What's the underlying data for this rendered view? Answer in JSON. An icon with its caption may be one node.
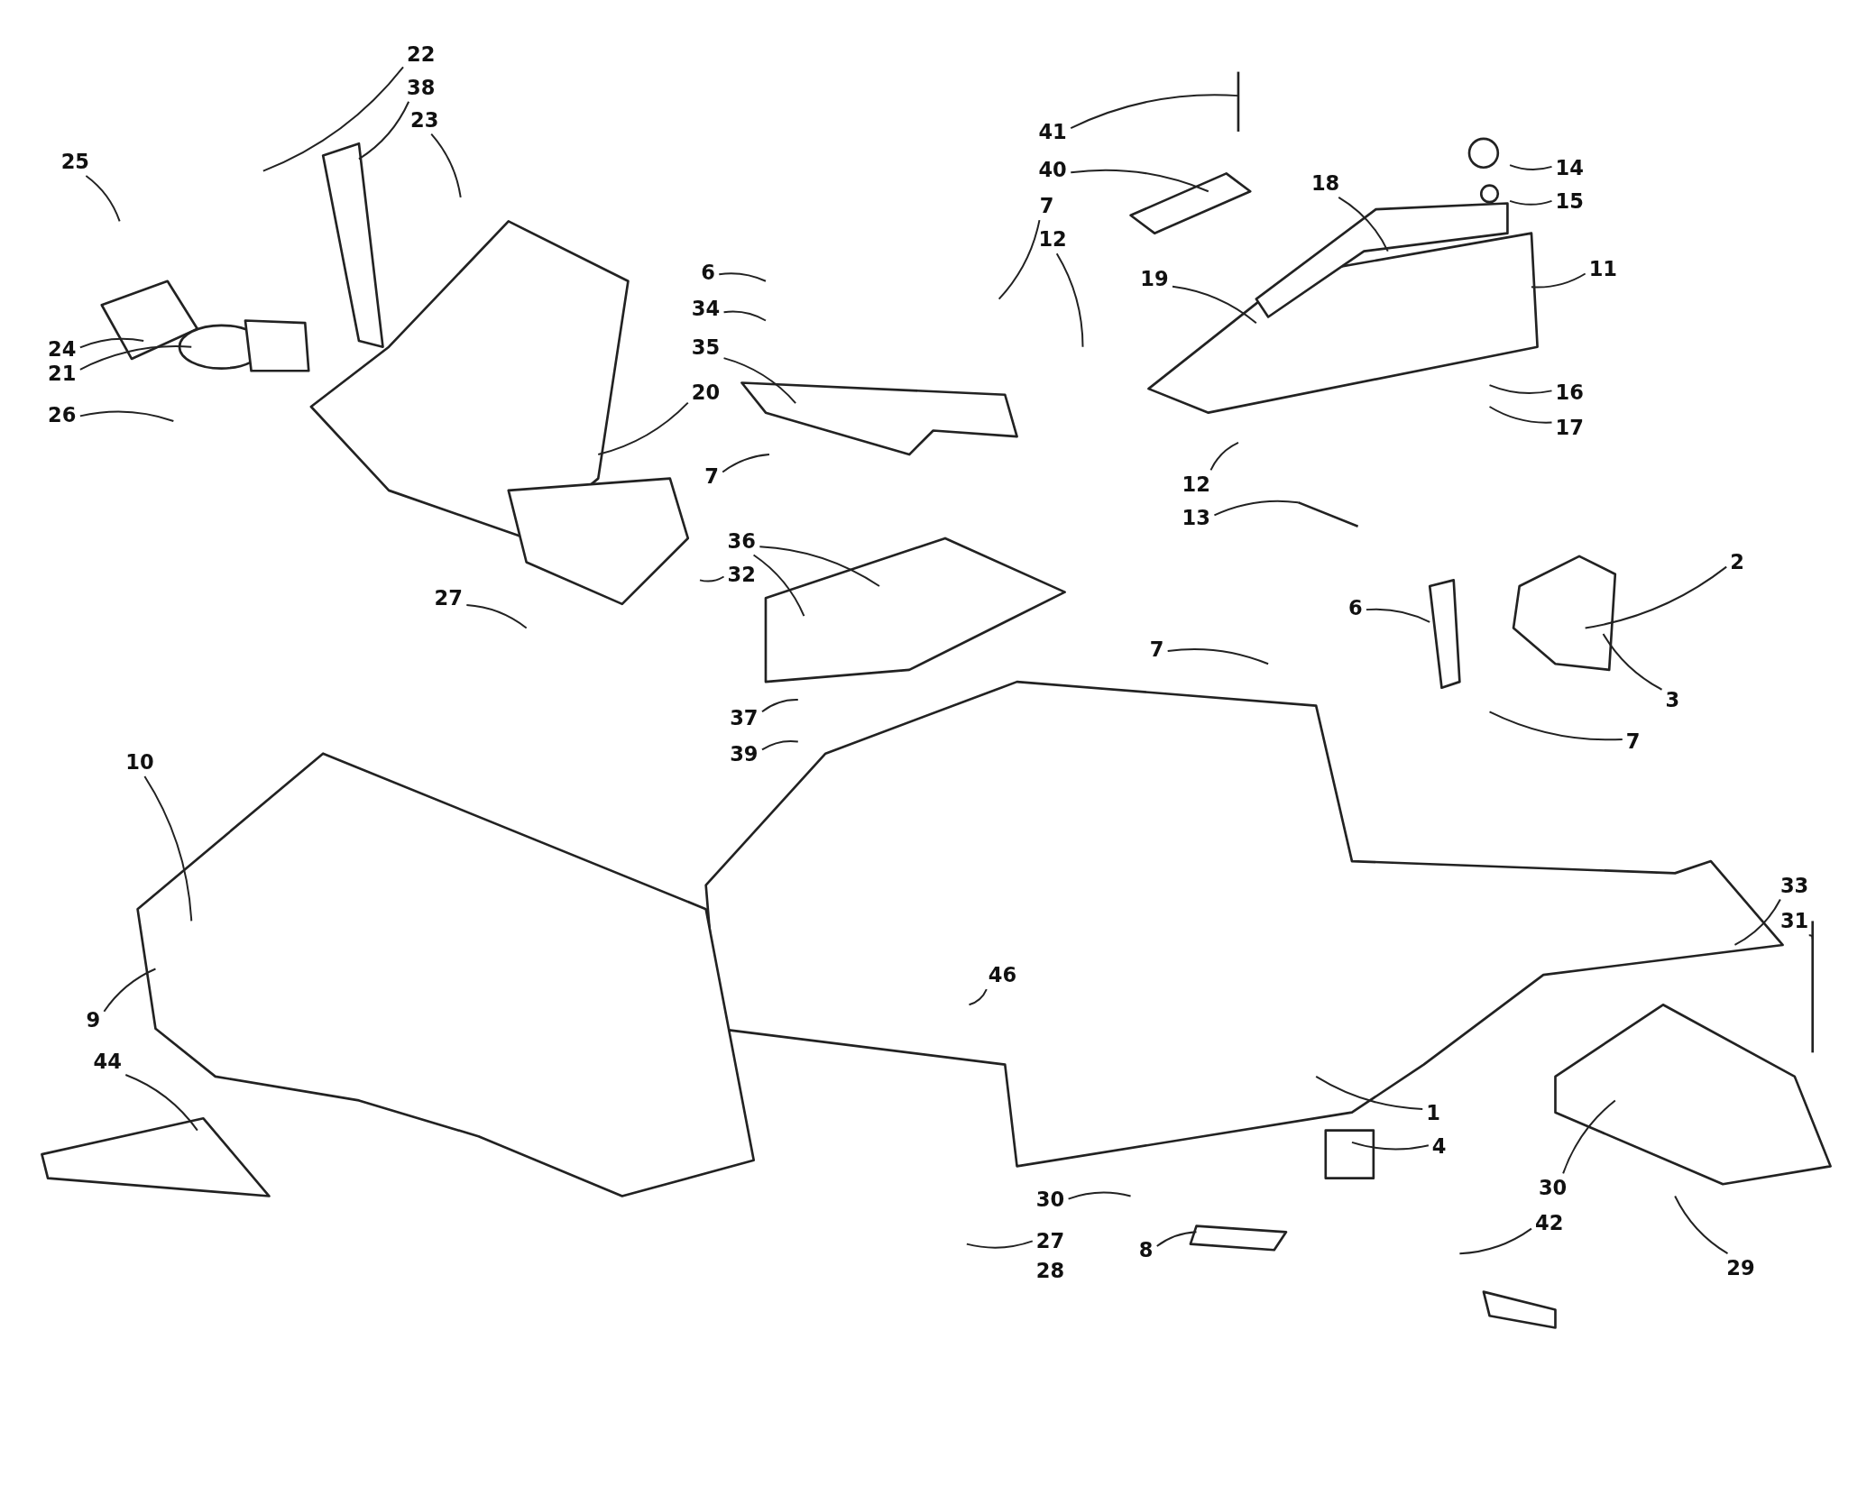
{
  "diagram": {
    "nodes": [
      {
        "text": [
          "22"
        ]
      },
      {
        "text": [
          "38"
        ]
      },
      {
        "text": [
          "23"
        ]
      },
      {
        "text": [
          "25"
        ]
      },
      {
        "text": [
          "24"
        ]
      },
      {
        "text": [
          "21"
        ]
      },
      {
        "text": [
          "26"
        ]
      },
      {
        "text": [
          "6"
        ]
      },
      {
        "text": [
          "34"
        ]
      },
      {
        "text": [
          "35"
        ]
      },
      {
        "text": [
          "20"
        ]
      },
      {
        "text": [
          "7"
        ]
      },
      {
        "text": [
          "36"
        ]
      },
      {
        "text": [
          "32"
        ]
      },
      {
        "text": [
          "27"
        ]
      },
      {
        "text": [
          "37"
        ]
      },
      {
        "text": [
          "39"
        ]
      },
      {
        "text": [
          "41"
        ]
      },
      {
        "text": [
          "40"
        ]
      },
      {
        "text": [
          "7"
        ]
      },
      {
        "text": [
          "12"
        ]
      },
      {
        "text": [
          "18"
        ]
      },
      {
        "text": [
          "19"
        ]
      },
      {
        "text": [
          "14"
        ]
      },
      {
        "text": [
          "15"
        ]
      },
      {
        "text": [
          "11"
        ]
      },
      {
        "text": [
          "16"
        ]
      },
      {
        "text": [
          "17"
        ]
      },
      {
        "text": [
          "12"
        ]
      },
      {
        "text": [
          "13"
        ]
      },
      {
        "text": [
          "2"
        ]
      },
      {
        "text": [
          "6"
        ]
      },
      {
        "text": [
          "7"
        ]
      },
      {
        "text": [
          "3"
        ]
      },
      {
        "text": [
          "7"
        ]
      },
      {
        "text": [
          "10"
        ]
      },
      {
        "text": [
          "9"
        ]
      },
      {
        "text": [
          "44"
        ]
      },
      {
        "text": [
          "46"
        ]
      },
      {
        "text": [
          "33"
        ]
      },
      {
        "text": [
          "31"
        ]
      },
      {
        "text": [
          "1"
        ]
      },
      {
        "text": [
          "4"
        ]
      },
      {
        "text": [
          "30"
        ]
      },
      {
        "text": [
          "27"
        ]
      },
      {
        "text": [
          "28"
        ]
      },
      {
        "text": [
          "8"
        ]
      },
      {
        "text": [
          "30"
        ]
      },
      {
        "text": [
          "42"
        ]
      },
      {
        "text": [
          "29"
        ]
      }
    ],
    "edges": [
      {
        "from": 0,
        "to": null,
        "arrow": "none"
      },
      {
        "from": 1,
        "to": null,
        "arrow": "none"
      },
      {
        "from": 2,
        "to": null,
        "arrow": "none"
      },
      {
        "from": 3,
        "to": null,
        "arrow": "none"
      },
      {
        "from": 4,
        "to": null,
        "arrow": "none"
      },
      {
        "from": 5,
        "to": null,
        "arrow": "none"
      },
      {
        "from": 6,
        "to": null,
        "arrow": "none"
      },
      {
        "from": 7,
        "to": null,
        "arrow": "none"
      },
      {
        "from": 8,
        "to": null,
        "arrow": "none"
      },
      {
        "from": 9,
        "to": null,
        "arrow": "none"
      },
      {
        "from": 10,
        "to": null,
        "arrow": "none"
      },
      {
        "from": 11,
        "to": null,
        "arrow": "none"
      },
      {
        "from": 12,
        "to": null,
        "arrow": "none"
      },
      {
        "from": 12,
        "to": null,
        "arrow": "none"
      },
      {
        "from": 13,
        "to": null,
        "arrow": "none"
      },
      {
        "from": 14,
        "to": null,
        "arrow": "none"
      },
      {
        "from": 15,
        "to": null,
        "arrow": "none"
      },
      {
        "from": 16,
        "to": null,
        "arrow": "none"
      },
      {
        "from": 17,
        "to": null,
        "arrow": "none"
      },
      {
        "from": 18,
        "to": null,
        "arrow": "none"
      },
      {
        "from": 19,
        "to": null,
        "arrow": "none"
      },
      {
        "from": 20,
        "to": null,
        "arrow": "none"
      },
      {
        "from": 21,
        "to": null,
        "arrow": "none"
      },
      {
        "from": 22,
        "to": null,
        "arrow": "none"
      },
      {
        "from": 23,
        "to": null,
        "arrow": "none"
      },
      {
        "from": 24,
        "to": null,
        "arrow": "none"
      },
      {
        "from": 25,
        "to": null,
        "arrow": "none"
      },
      {
        "from": 26,
        "to": null,
        "arrow": "none"
      },
      {
        "from": 27,
        "to": null,
        "arrow": "none"
      },
      {
        "from": 28,
        "to": null,
        "arrow": "none"
      },
      {
        "from": 29,
        "to": null,
        "arrow": "none"
      },
      {
        "from": 30,
        "to": null,
        "arrow": "none"
      },
      {
        "from": 31,
        "to": null,
        "arrow": "none"
      },
      {
        "from": 32,
        "to": null,
        "arrow": "none"
      },
      {
        "from": 33,
        "to": null,
        "arrow": "none"
      },
      {
        "from": 34,
        "to": null,
        "arrow": "none"
      },
      {
        "from": 35,
        "to": null,
        "arrow": "none"
      },
      {
        "from": 36,
        "to": null,
        "arrow": "none"
      },
      {
        "from": 37,
        "to": null,
        "arrow": "none"
      },
      {
        "from": 38,
        "to": null,
        "arrow": "none"
      },
      {
        "from": 39,
        "to": null,
        "arrow": "none"
      },
      {
        "from": 40,
        "to": null,
        "arrow": "none"
      },
      {
        "from": 41,
        "to": null,
        "arrow": "none"
      },
      {
        "from": 42,
        "to": null,
        "arrow": "none"
      },
      {
        "from": 43,
        "to": null,
        "arrow": "none"
      },
      {
        "from": 44,
        "to": null,
        "arrow": "none"
      },
      {
        "from": 46,
        "to": null,
        "arrow": "none"
      },
      {
        "from": 47,
        "to": null,
        "arrow": "none"
      },
      {
        "from": 48,
        "to": null,
        "arrow": "none"
      },
      {
        "from": 49,
        "to": null,
        "arrow": "none"
      }
    ]
  }
}
